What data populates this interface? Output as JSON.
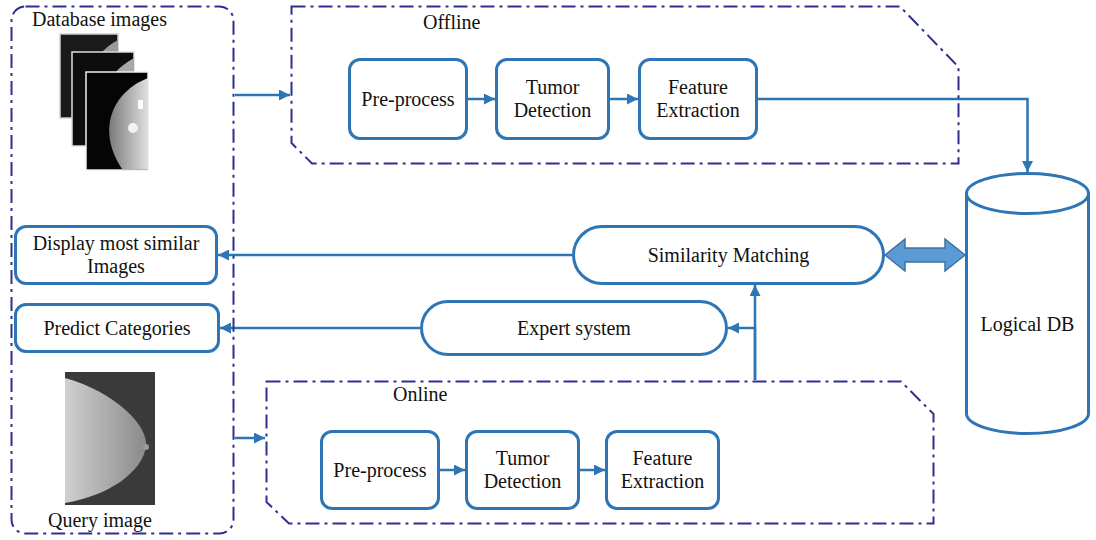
{
  "diagram": {
    "nodes": [
      {
        "text": [
          "Database images",
          "Query image"
        ]
      },
      {
        "text": [
          "Display most similar Images"
        ],
        "in": 0
      },
      {
        "text": [
          "Predict Categories"
        ],
        "in": 0
      },
      {
        "text": [
          "Offline"
        ]
      },
      {
        "text": [
          "Pre-process"
        ],
        "in": 3
      },
      {
        "text": [
          "Tumor Detection"
        ],
        "in": 3
      },
      {
        "text": [
          "Feature Extraction"
        ],
        "in": 3
      },
      {
        "text": [
          "Similarity Matching"
        ]
      },
      {
        "text": [
          "Expert system"
        ]
      },
      {
        "text": [
          "Logical DB"
        ]
      },
      {
        "text": [
          "Online"
        ]
      },
      {
        "text": [
          "Pre-process"
        ],
        "in": 10
      },
      {
        "text": [
          "Tumor Detection"
        ],
        "in": 10
      },
      {
        "text": [
          "Feature Extraction"
        ],
        "in": 10
      }
    ],
    "edges": [
      {
        "from": 0,
        "to": 3,
        "arrow": "to"
      },
      {
        "from": 4,
        "to": 5,
        "arrow": "to"
      },
      {
        "from": 5,
        "to": 6,
        "arrow": "to"
      },
      {
        "from": 6,
        "to": 9,
        "arrow": "to"
      },
      {
        "from": 7,
        "to": 9,
        "arrow": "both"
      },
      {
        "from": 7,
        "to": 1,
        "arrow": "to"
      },
      {
        "from": 8,
        "to": 2,
        "arrow": "to"
      },
      {
        "from": 10,
        "to": 7,
        "arrow": "to"
      },
      {
        "from": 10,
        "to": 8,
        "arrow": "to"
      },
      {
        "from": 0,
        "to": 10,
        "arrow": "to"
      },
      {
        "from": 11,
        "to": 12,
        "arrow": "to"
      },
      {
        "from": 12,
        "to": 13,
        "arrow": "to"
      }
    ]
  }
}
